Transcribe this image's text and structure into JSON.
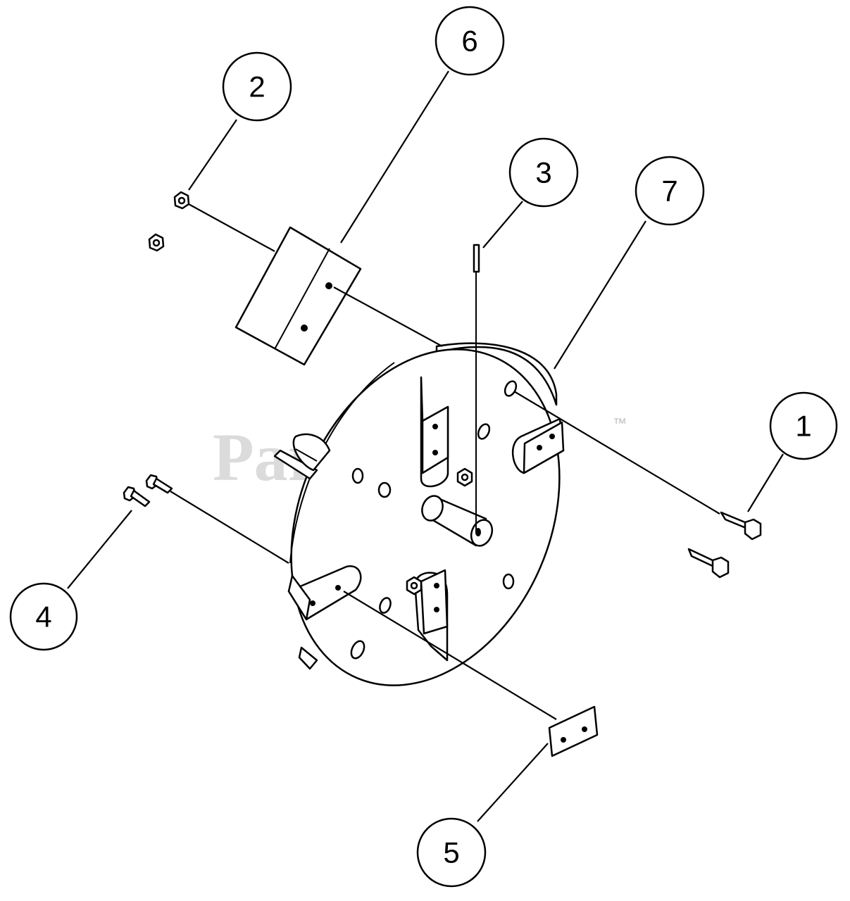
{
  "watermark": {
    "brand": "PartsTree",
    "trademark": "™"
  },
  "callouts": [
    {
      "number": "1"
    },
    {
      "number": "2"
    },
    {
      "number": "3"
    },
    {
      "number": "4"
    },
    {
      "number": "5"
    },
    {
      "number": "6"
    },
    {
      "number": "7"
    }
  ]
}
